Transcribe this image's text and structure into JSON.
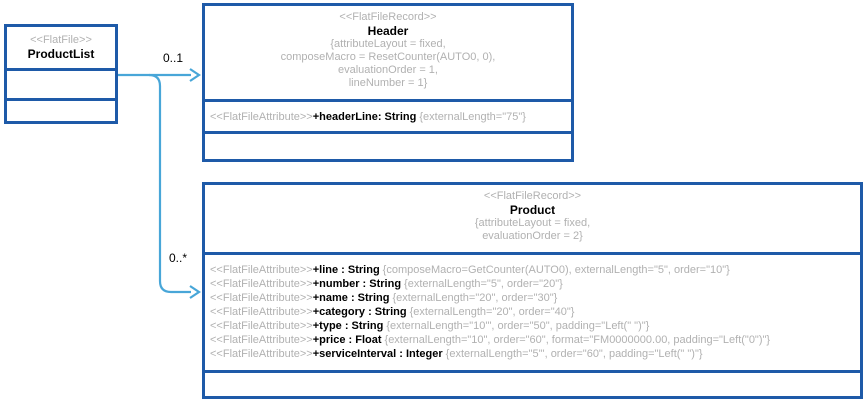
{
  "colors": {
    "box_border": "#1e5aa8",
    "connector": "#48a6d8",
    "muted_text": "#b1b1b1"
  },
  "multiplicities": {
    "header": "0..1",
    "product": "0..*"
  },
  "product_list": {
    "stereotype": "<<FlatFile>>",
    "name": "ProductList"
  },
  "header_record": {
    "stereotype": "<<FlatFileRecord>>",
    "name": "Header",
    "properties": [
      "{attributeLayout = fixed,",
      "composeMacro = ResetCounter(AUTO0, 0),",
      "evaluationOrder = 1,",
      "lineNumber = 1}"
    ],
    "attributes": [
      {
        "stereotype": "<<FlatFileAttribute>>",
        "signature": "+headerLine: String",
        "props": "{externalLength=\"75\"}"
      }
    ]
  },
  "product_record": {
    "stereotype": "<<FlatFileRecord>>",
    "name": "Product",
    "properties": [
      "{attributeLayout = fixed,",
      "evaluationOrder = 2}"
    ],
    "attributes": [
      {
        "stereotype": "<<FlatFileAttribute>>",
        "signature": "+line : String",
        "props": "{composeMacro=GetCounter(AUTO0), externalLength=\"5\", order=\"10\"}"
      },
      {
        "stereotype": "<<FlatFileAttribute>>",
        "signature": "+number : String",
        "props": "{externalLength=\"5\", order=\"20\"}"
      },
      {
        "stereotype": "<<FlatFileAttribute>>",
        "signature": "+name : String",
        "props": "{externalLength=\"20\", order=\"30\"}"
      },
      {
        "stereotype": "<<FlatFileAttribute>>",
        "signature": "+category : String",
        "props": "{externalLength=\"20\", order=\"40\"}"
      },
      {
        "stereotype": "<<FlatFileAttribute>>",
        "signature": "+type : String",
        "props": "{externalLength=\"10'\", order=\"50\", padding=\"Left(\" \")\"}"
      },
      {
        "stereotype": "<<FlatFileAttribute>>",
        "signature": "+price : Float",
        "props": "{externalLength=\"10\", order=\"60\", format=\"FM0000000.00, padding=\"Left(\"0\")\"}"
      },
      {
        "stereotype": "<<FlatFileAttribute>>",
        "signature": "+serviceInterval : Integer",
        "props": "{externalLength=\"5'\", order=\"60\", padding=\"Left(\" \")\"}"
      }
    ]
  }
}
